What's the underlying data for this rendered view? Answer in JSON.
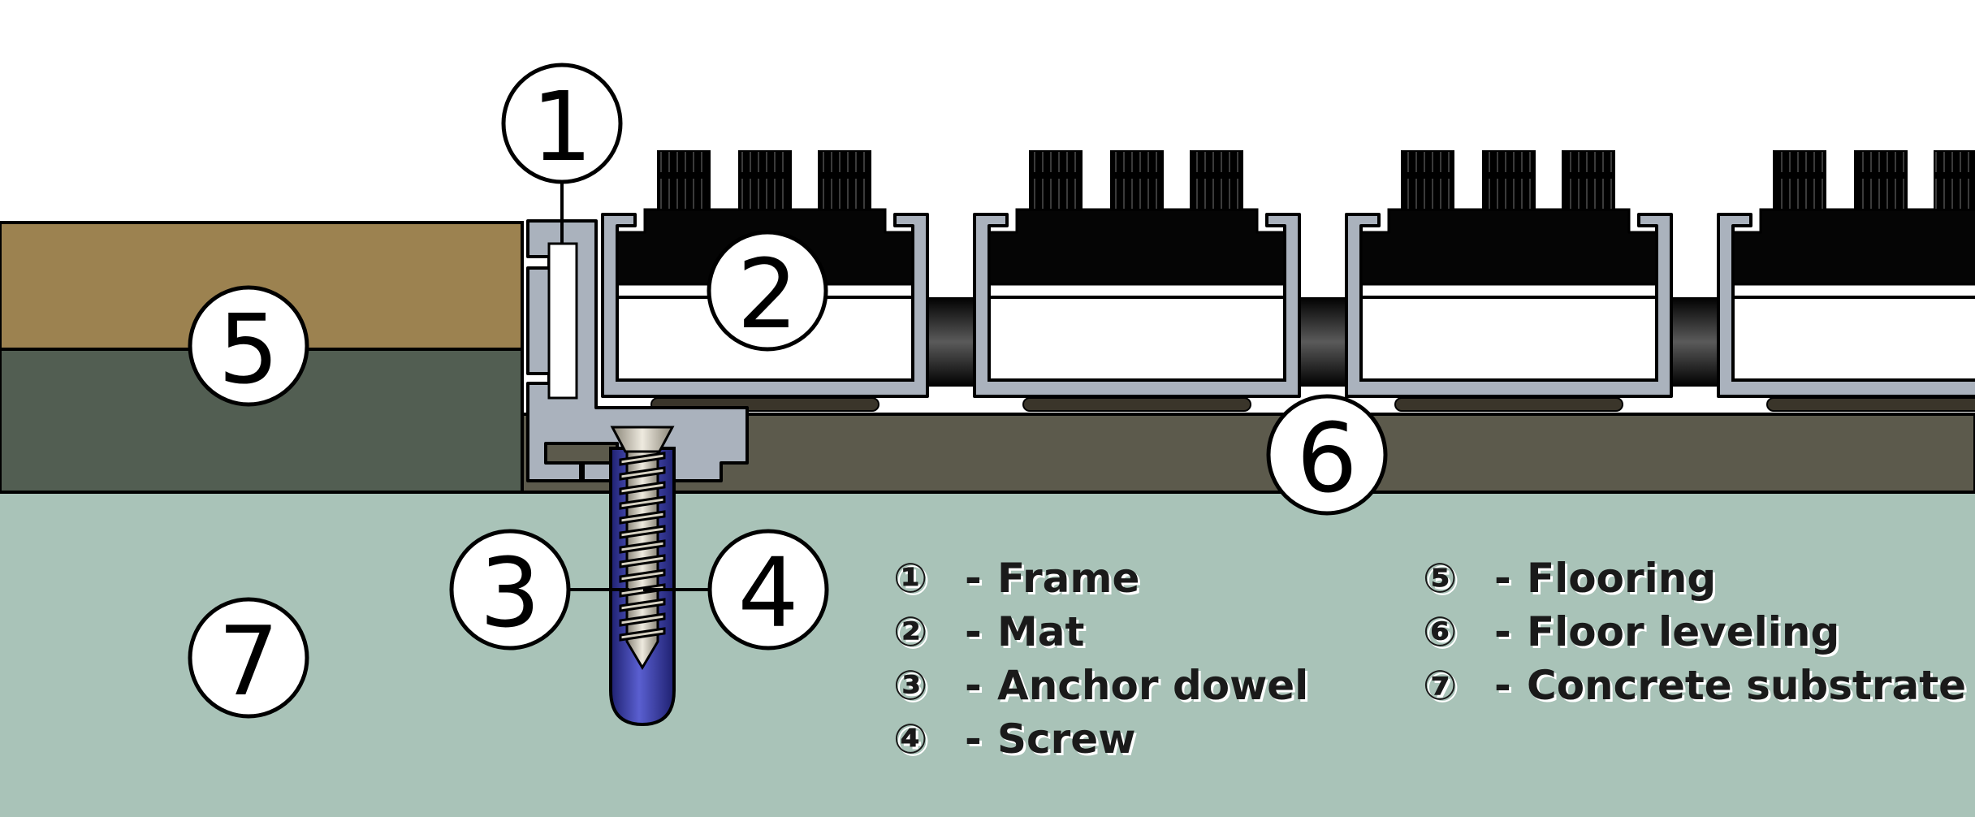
{
  "callouts": {
    "frame": "1",
    "mat": "2",
    "anchor_dowel": "3",
    "screw": "4",
    "flooring": "5",
    "floor_leveling": "6",
    "concrete_substrate": "7"
  },
  "legend": {
    "left": [
      {
        "symbol": "①",
        "dash": "-",
        "label": "Frame"
      },
      {
        "symbol": "②",
        "dash": "-",
        "label": "Mat"
      },
      {
        "symbol": "③",
        "dash": "-",
        "label": "Anchor dowel"
      },
      {
        "symbol": "④",
        "dash": "-",
        "label": "Screw"
      }
    ],
    "right": [
      {
        "symbol": "⑤",
        "dash": "-",
        "label": "Flooring"
      },
      {
        "symbol": "⑥",
        "dash": "-",
        "label": "Floor leveling"
      },
      {
        "symbol": "⑦",
        "dash": "-",
        "label": "Concrete substrate"
      }
    ]
  },
  "colors": {
    "concrete": "#a9c3b8",
    "flooring_top": "#9c8250",
    "flooring_bottom": "#525e52",
    "leveling": "#5c5a4c",
    "frame": "#aab2bd",
    "dowel": "#3c3fa0",
    "screw": "#c9c4b4",
    "mat_black": "#050505"
  }
}
